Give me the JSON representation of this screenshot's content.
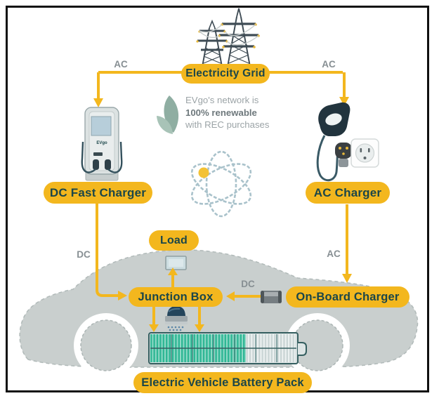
{
  "nodes": {
    "electricity_grid": {
      "label": "Electricity Grid"
    },
    "dc_fast_charger": {
      "label": "DC Fast Charger"
    },
    "ac_charger": {
      "label": "AC Charger"
    },
    "load": {
      "label": "Load"
    },
    "junction_box": {
      "label": "Junction Box"
    },
    "on_board_charger": {
      "label": "On-Board Charger"
    },
    "battery_pack": {
      "label": "Electric Vehicle Battery Pack"
    }
  },
  "flows": {
    "grid_to_dc_charger": "AC",
    "grid_to_ac_charger": "AC",
    "dc_charger_to_junction": "DC",
    "ac_charger_to_onboard": "AC",
    "onboard_to_junction": "DC"
  },
  "note": {
    "line1": "EVgo's network is",
    "line2": "100% renewable",
    "line3": "with REC purchases"
  },
  "kiosk_logo": "EVgo",
  "icons": {
    "towers": "transmission-towers-icon",
    "leaf": "renewable-leaf-icon",
    "atom": "atom-icon",
    "dc_kiosk": "dc-fast-charger-kiosk-icon",
    "ac_plug": "ac-charger-plug-icon",
    "outlet": "power-outlet-icon",
    "car": "car-silhouette",
    "battery": "battery-pack-icon",
    "load_device": "load-device-icon",
    "motor": "motor-unit-icon",
    "converter": "dc-dc-converter-icon"
  },
  "colors": {
    "accent_yellow": "#F3B71E",
    "pill_text": "#1B4649",
    "label_gray": "#878F93",
    "leaf_green": "#8FAEA2",
    "battery_teal": "#2FB795",
    "car_gray": "#C9CFCE"
  }
}
